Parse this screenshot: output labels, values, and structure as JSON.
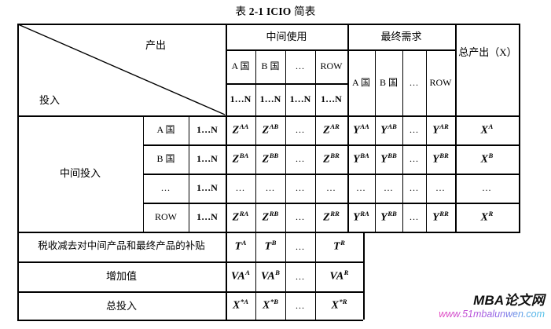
{
  "title": {
    "prefix": "表 ",
    "number": "2-1 ICIO",
    "suffix": " 简表"
  },
  "corner": {
    "output_label": "产出",
    "input_label": "投入"
  },
  "header": {
    "intermediate_use": "中间使用",
    "final_demand": "最终需求",
    "total_output": "总产出（X）",
    "intermediate_countries": [
      "A 国",
      "B 国",
      "...",
      "ROW"
    ],
    "intermediate_sectors": [
      "1…N",
      "1…N",
      "1…N",
      "1…N"
    ],
    "final_countries": [
      "A 国",
      "B 国",
      "...",
      "ROW"
    ]
  },
  "rowgroup": {
    "intermediate_input": "中间投入",
    "countries": [
      "A 国",
      "B 国",
      "...",
      "ROW"
    ],
    "sectors": [
      "1…N",
      "1…N",
      "1…N",
      "1…N"
    ]
  },
  "matrix": {
    "z": [
      [
        {
          "base": "Z",
          "sup": "AA"
        },
        {
          "base": "Z",
          "sup": "AB"
        },
        {
          "base": "",
          "sup": "",
          "ellipsis": "..."
        },
        {
          "base": "Z",
          "sup": "AR"
        }
      ],
      [
        {
          "base": "Z",
          "sup": "BA"
        },
        {
          "base": "Z",
          "sup": "BB"
        },
        {
          "base": "",
          "sup": "",
          "ellipsis": "..."
        },
        {
          "base": "Z",
          "sup": "BR"
        }
      ],
      [
        {
          "base": "",
          "sup": "",
          "ellipsis": "..."
        },
        {
          "base": "",
          "sup": "",
          "ellipsis": "..."
        },
        {
          "base": "",
          "sup": "",
          "ellipsis": "..."
        },
        {
          "base": "",
          "sup": "",
          "ellipsis": "..."
        }
      ],
      [
        {
          "base": "Z",
          "sup": "RA"
        },
        {
          "base": "Z",
          "sup": "RB"
        },
        {
          "base": "",
          "sup": "",
          "ellipsis": "..."
        },
        {
          "base": "Z",
          "sup": "RR"
        }
      ]
    ],
    "y": [
      [
        {
          "base": "Y",
          "sup": "AA"
        },
        {
          "base": "Y",
          "sup": "AB"
        },
        {
          "base": "",
          "sup": "",
          "ellipsis": "..."
        },
        {
          "base": "Y",
          "sup": "AR"
        }
      ],
      [
        {
          "base": "Y",
          "sup": "BA"
        },
        {
          "base": "Y",
          "sup": "BB"
        },
        {
          "base": "",
          "sup": "",
          "ellipsis": "..."
        },
        {
          "base": "Y",
          "sup": "BR"
        }
      ],
      [
        {
          "base": "",
          "sup": "",
          "ellipsis": "..."
        },
        {
          "base": "",
          "sup": "",
          "ellipsis": "..."
        },
        {
          "base": "",
          "sup": "",
          "ellipsis": "..."
        },
        {
          "base": "",
          "sup": "",
          "ellipsis": "..."
        }
      ],
      [
        {
          "base": "Y",
          "sup": "RA"
        },
        {
          "base": "Y",
          "sup": "RB"
        },
        {
          "base": "",
          "sup": "",
          "ellipsis": "..."
        },
        {
          "base": "Y",
          "sup": "RR"
        }
      ]
    ],
    "x_total": [
      {
        "base": "X",
        "sup": "A"
      },
      {
        "base": "X",
        "sup": "B"
      },
      {
        "base": "",
        "sup": "",
        "ellipsis": "..."
      },
      {
        "base": "X",
        "sup": "R"
      }
    ]
  },
  "bottom_rows": [
    {
      "label": "税收减去对中间产品和最终产品的补贴",
      "values": [
        {
          "base": "T",
          "sup": "A"
        },
        {
          "base": "T",
          "sup": "B"
        },
        {
          "base": "",
          "sup": "",
          "ellipsis": "..."
        },
        {
          "base": "T",
          "sup": "R"
        }
      ]
    },
    {
      "label": "增加值",
      "values": [
        {
          "base": "VA",
          "sup": "A"
        },
        {
          "base": "VA",
          "sup": "B"
        },
        {
          "base": "",
          "sup": "",
          "ellipsis": "..."
        },
        {
          "base": "VA",
          "sup": "R"
        }
      ]
    },
    {
      "label": "总投入",
      "values": [
        {
          "base": "X",
          "sup": "*A"
        },
        {
          "base": "X",
          "sup": "*B"
        },
        {
          "base": "",
          "sup": "",
          "ellipsis": "..."
        },
        {
          "base": "X",
          "sup": "*R"
        }
      ]
    }
  ],
  "watermark": {
    "brand": "MBA论文网",
    "url": "www.51mbalunwen.com"
  },
  "colors": {
    "ink": "#000000",
    "page": "#ffffff",
    "watermark_brand": "#111111",
    "watermark_url_start": "#ff47b0",
    "watermark_url_end": "#4fc3e8"
  }
}
